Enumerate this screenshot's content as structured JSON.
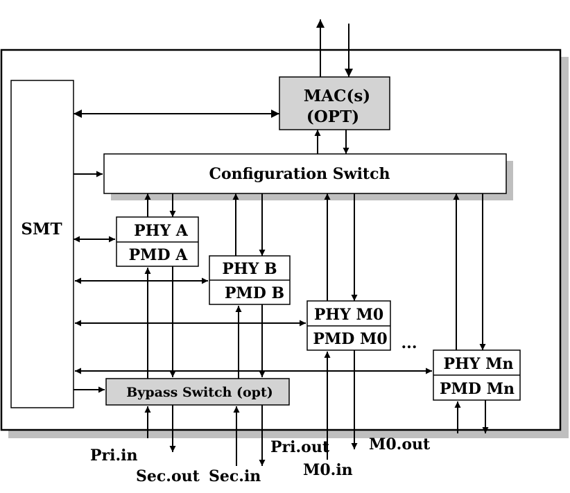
{
  "smt": "SMT",
  "mac": {
    "line1": "MAC(s)",
    "line2": "(OPT)"
  },
  "config_switch": "Configuration Switch",
  "bypass_switch": "Bypass Switch (opt)",
  "phy_a": "PHY A",
  "pmd_a": "PMD A",
  "phy_b": "PHY B",
  "pmd_b": "PMD B",
  "phy_m0": "PHY M0",
  "pmd_m0": "PMD M0",
  "phy_mn": "PHY Mn",
  "pmd_mn": "PMD Mn",
  "ellipsis": "...",
  "pins": {
    "pri_in": "Pri.in",
    "sec_out": "Sec.out",
    "sec_in": "Sec.in",
    "pri_out": "Pri.out",
    "m0_in": "M0.in",
    "m0_out": "M0.out"
  },
  "colors": {
    "mac_fill": "#d3d3d3",
    "bypass_fill": "#d3d3d3",
    "shadow": "#bfbfbf"
  }
}
